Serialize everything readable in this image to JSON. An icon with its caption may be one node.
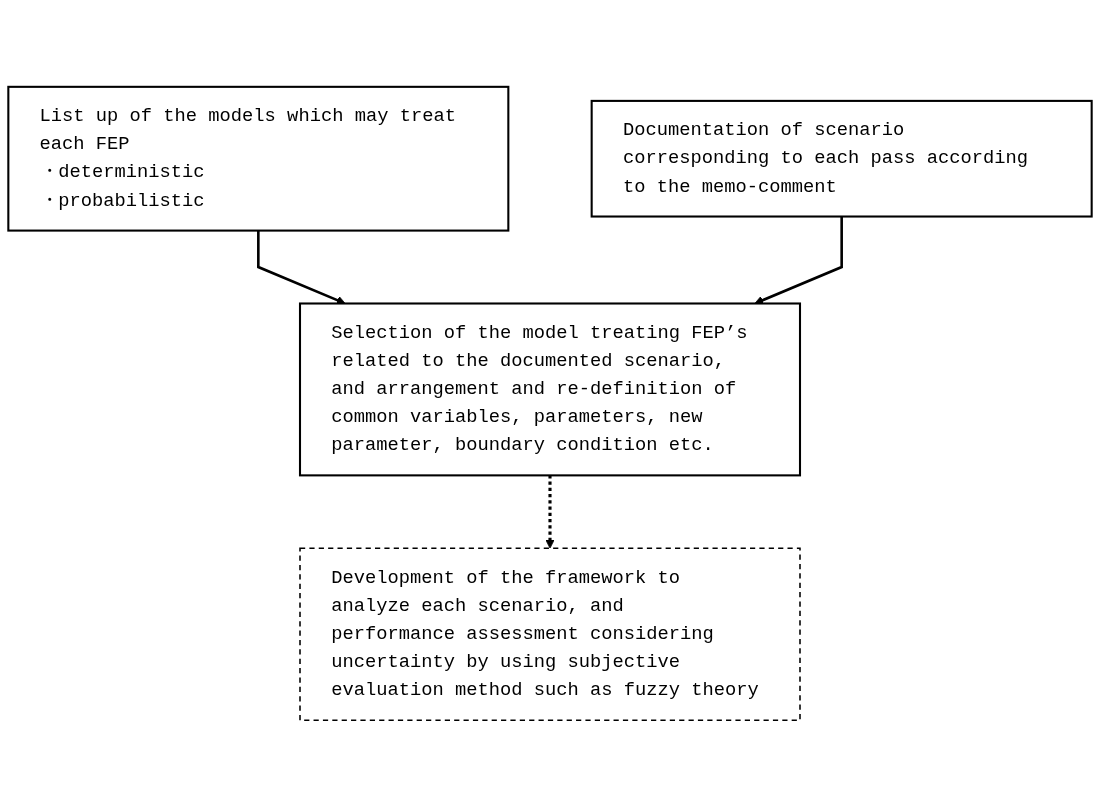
{
  "diagram": {
    "nodes": [
      {
        "text": [
          "List up of the models which may treat each FEP",
          "・deterministic",
          "・probabilistic"
        ]
      },
      {
        "text": [
          "Documentation of scenario corresponding to each pass according to the memo-comment"
        ]
      },
      {
        "text": [
          "Selection of the model treating FEP’s related to the documented scenario, and arrangement and re-definition of common variables, parameters, new parameter, boundary condition etc."
        ]
      },
      {
        "text": [
          "Development of the framework to analyze each scenario, and performance assessment considering uncertainty by using subjective evaluation method such as fuzzy theory"
        ]
      }
    ],
    "edges": [
      {
        "from": 0,
        "to": 2,
        "arrow": "to"
      },
      {
        "from": 1,
        "to": 2,
        "arrow": "to"
      },
      {
        "from": 2,
        "to": 3,
        "arrow": "to",
        "style": "dashed"
      }
    ]
  }
}
